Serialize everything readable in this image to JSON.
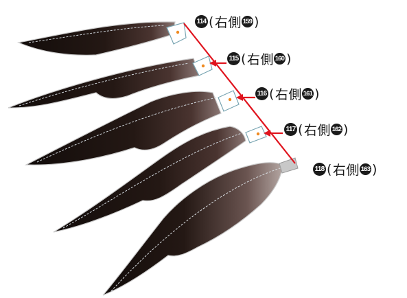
{
  "diagram": {
    "accent_color": "#e0141e",
    "feathers": [
      {
        "main_number": "114",
        "right_side_number": "159"
      },
      {
        "main_number": "115",
        "right_side_number": "160"
      },
      {
        "main_number": "116",
        "right_side_number": "161"
      },
      {
        "main_number": "117",
        "right_side_number": "162"
      },
      {
        "main_number": "118",
        "right_side_number": "163"
      }
    ],
    "right_side_text": "右側",
    "paren_open": "(",
    "paren_close": ")"
  }
}
